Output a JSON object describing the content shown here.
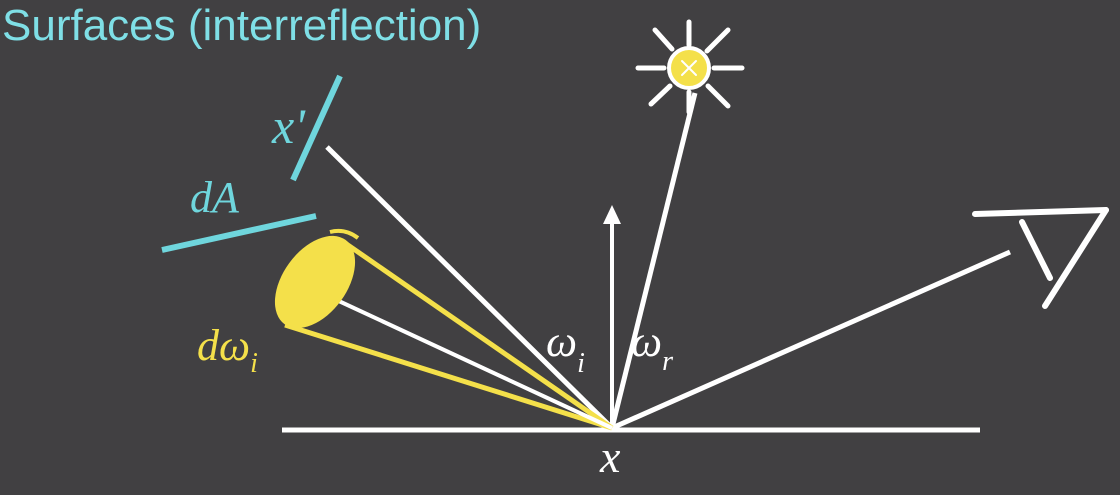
{
  "title": "Surfaces (interreflection)",
  "labels": {
    "x_prime": "x'",
    "dA": "dA",
    "d_omega": "dω",
    "d_omega_sub": "i",
    "omega_i": "ω",
    "omega_i_sub": "i",
    "omega_r": "ω",
    "omega_r_sub": "r",
    "point": "x"
  },
  "colors": {
    "background": "#414042",
    "title": "#7fdfe6",
    "surface": "#6fd6dd",
    "solid_angle": "#f4e04a",
    "rays": "#ffffff",
    "light_center": "#f4e04a"
  },
  "icons": {
    "light": "sun-light-icon",
    "eye": "eye-viewer-icon"
  }
}
